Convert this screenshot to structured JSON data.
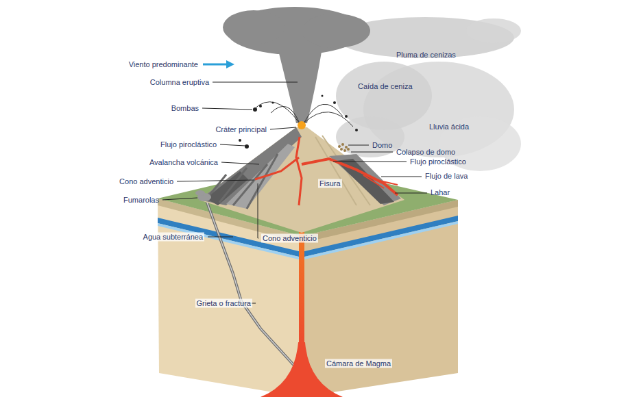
{
  "diagram": {
    "labels": [
      "Viento predominante",
      "Pluma de cenizas",
      "Columna eruptiva",
      "Caída de ceniza",
      "Bombas",
      "Lluvia ácida",
      "Cráter principal",
      "Flujo piroclástico",
      "Domo",
      "Colapso de domo",
      "Avalancha volcánica",
      "Flujo piroclástico",
      "Cono adventicio",
      "Fisura",
      "Flujo de lava",
      "Fumarolas",
      "Lahar",
      "Agua subterránea",
      "Cono adventicio",
      "Grieta o fractura",
      "Cámara de Magma"
    ]
  }
}
